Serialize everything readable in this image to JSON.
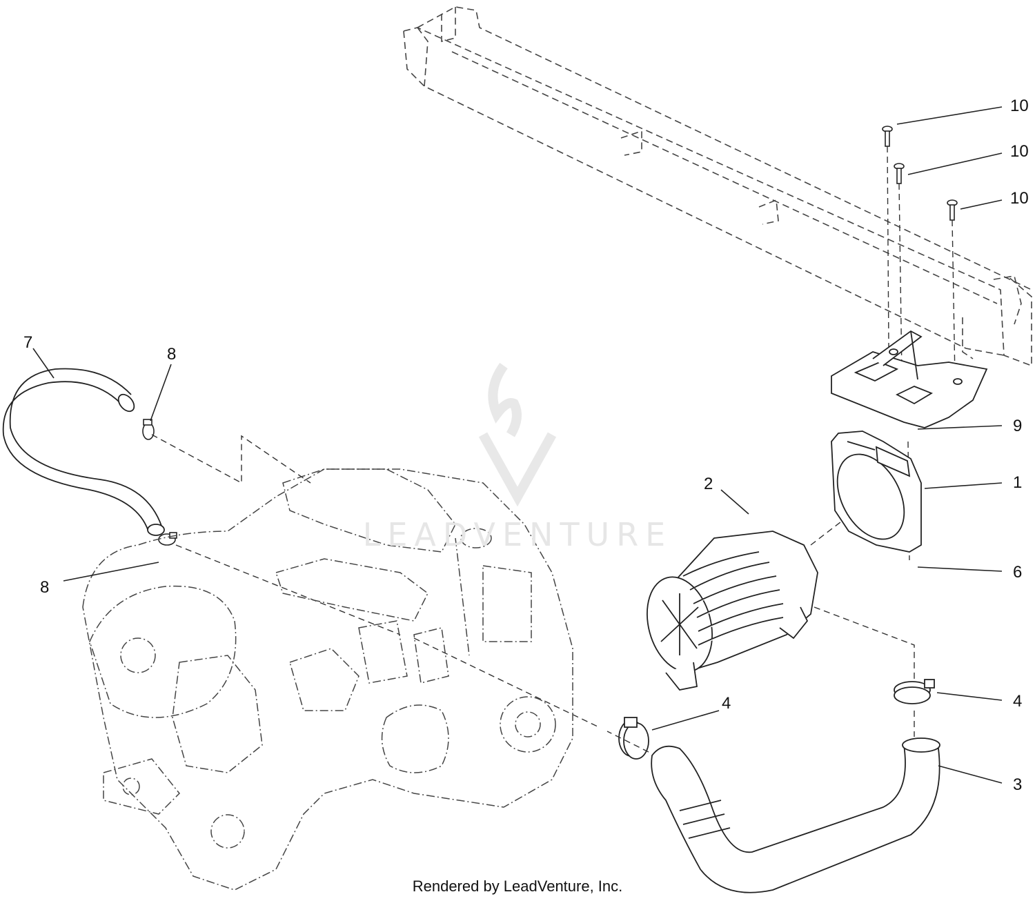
{
  "callouts": {
    "c10a": "10",
    "c10b": "10",
    "c10c": "10",
    "c9": "9",
    "c1": "1",
    "c2": "2",
    "c6": "6",
    "c7": "7",
    "c8a": "8",
    "c8b": "8",
    "c4a": "4",
    "c4b": "4",
    "c3": "3"
  },
  "watermark": "LEADVENTURE",
  "footer": "Rendered by LeadVenture, Inc.",
  "colors": {
    "line": "#222222",
    "watermark": "#e6e6e6"
  }
}
